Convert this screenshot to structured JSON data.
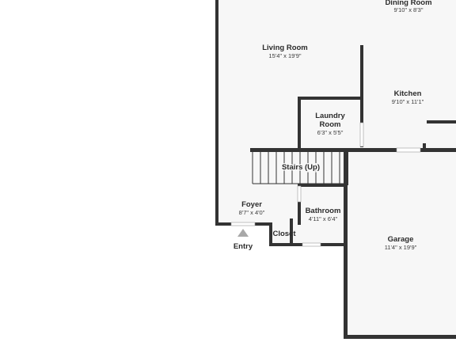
{
  "rooms": {
    "dining": {
      "name": "Dining Room",
      "dim": "9'10\" x 8'3\""
    },
    "living": {
      "name": "Living Room",
      "dim": "15'4\" x 19'9\""
    },
    "kitchen": {
      "name": "Kitchen",
      "dim": "9'10\" x 11'1\""
    },
    "laundry": {
      "name_line1": "Laundry",
      "name_line2": "Room",
      "dim": "6'3\" x 5'5\""
    },
    "stairs": {
      "name": "Stairs (Up)"
    },
    "foyer": {
      "name": "Foyer",
      "dim": "8'7\" x 4'0\""
    },
    "bathroom": {
      "name": "Bathroom",
      "dim": "4'11\" x 6'4\""
    },
    "closet": {
      "name": "Closet"
    },
    "garage": {
      "name": "Garage",
      "dim": "11'4\" x 19'9\""
    }
  },
  "entry": {
    "label": "Entry"
  },
  "colors": {
    "wall": "#333333",
    "floor": "#f7f7f7",
    "entry_marker": "#a8a8a8"
  }
}
